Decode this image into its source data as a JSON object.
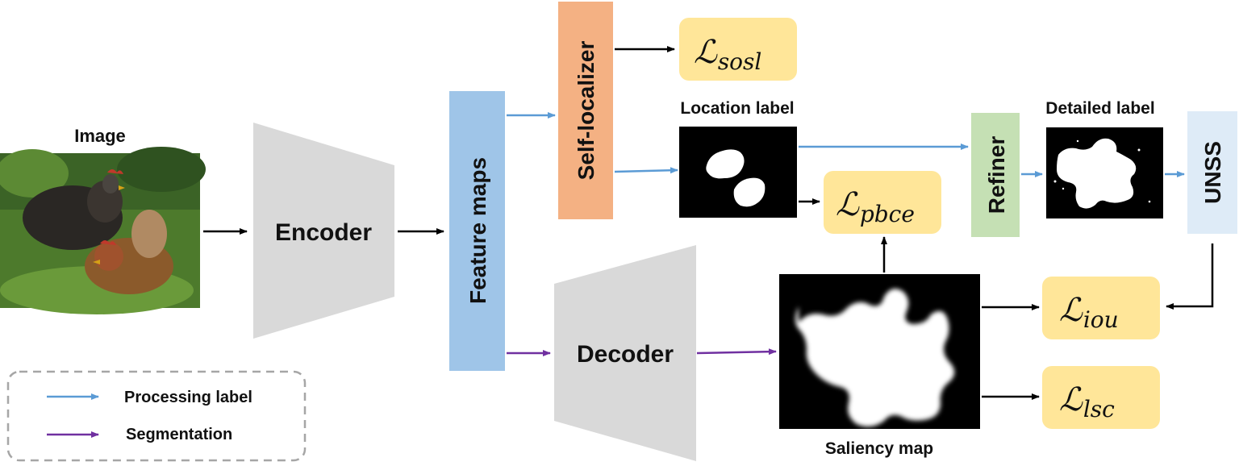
{
  "labels": {
    "image": "Image",
    "encoder": "Encoder",
    "feature_maps": "Feature maps",
    "self_localizer": "Self-localizer",
    "location_label": "Location label",
    "refiner": "Refiner",
    "detailed_label": "Detailed label",
    "unss": "UNSS",
    "decoder": "Decoder",
    "saliency_map": "Saliency map"
  },
  "losses": {
    "sosl": {
      "symbol": "ℒ",
      "subscript": "sosl"
    },
    "pbce": {
      "symbol": "ℒ",
      "subscript": "pbce"
    },
    "iou": {
      "symbol": "ℒ",
      "subscript": "iou"
    },
    "lsc": {
      "symbol": "ℒ",
      "subscript": "lsc"
    }
  },
  "legend": {
    "processing_label": "Processing label",
    "segmentation": "Segmentation"
  },
  "colors": {
    "processing_arrow": "#5b9bd5",
    "segmentation_arrow": "#7030a0",
    "encoder_decoder": "#d9d9d9",
    "feature_maps": "#9fc5e8",
    "self_localizer": "#f4b183",
    "refiner": "#c5e0b4",
    "unss": "#deebf7",
    "loss_box": "#ffe699"
  }
}
